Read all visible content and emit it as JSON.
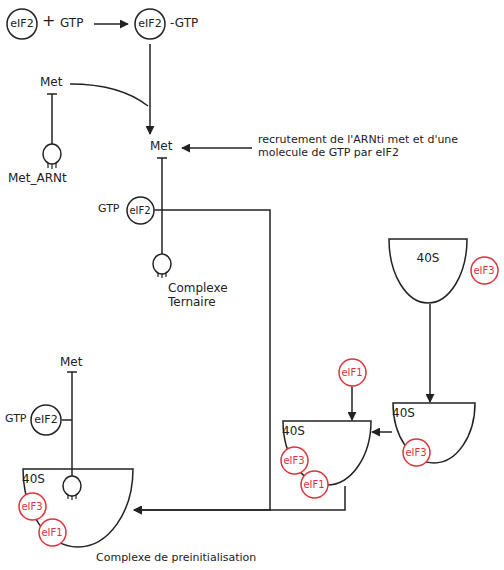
{
  "diagram": {
    "nodes": [
      {
        "text": [
          "eIF2"
        ]
      },
      {
        "text": [
          "eIF2"
        ]
      },
      {
        "text": [
          "eIF2"
        ]
      },
      {
        "text": [
          "40S"
        ]
      },
      {
        "text": [
          "eIF3"
        ]
      },
      {
        "text": [
          "40S"
        ]
      },
      {
        "text": [
          "eIF3"
        ],
        "in": 5
      },
      {
        "text": [
          "eIF1"
        ]
      },
      {
        "text": [
          "40S"
        ]
      },
      {
        "text": [
          "eIF3"
        ],
        "in": 8
      },
      {
        "text": [
          "eIF1"
        ],
        "in": 8
      },
      {
        "text": [
          "eIF2"
        ]
      },
      {
        "text": [
          "40S"
        ]
      },
      {
        "text": [
          "eIF3"
        ],
        "in": 12
      },
      {
        "text": [
          "eIF1"
        ],
        "in": 12
      }
    ],
    "edges": [
      {
        "from": 3,
        "to": 5,
        "arrow": "to"
      },
      {
        "from": 7,
        "to": 8,
        "arrow": "to"
      },
      {
        "from": 5,
        "to": 8,
        "arrow": "to"
      },
      {
        "from": 2,
        "to": 12,
        "arrow": "to"
      },
      {
        "from": 8,
        "to": 12,
        "arrow": "to"
      }
    ],
    "labels": [
      "+",
      "GTP",
      "-GTP",
      "Met",
      "Met_ARNt",
      "recrutement de l'ARNti met et d'une molecule de GTP par eIF2",
      "Met",
      "GTP",
      "Complexe Ternaire",
      "Met",
      "GTP",
      "Complexe de preinitialisation"
    ]
  }
}
